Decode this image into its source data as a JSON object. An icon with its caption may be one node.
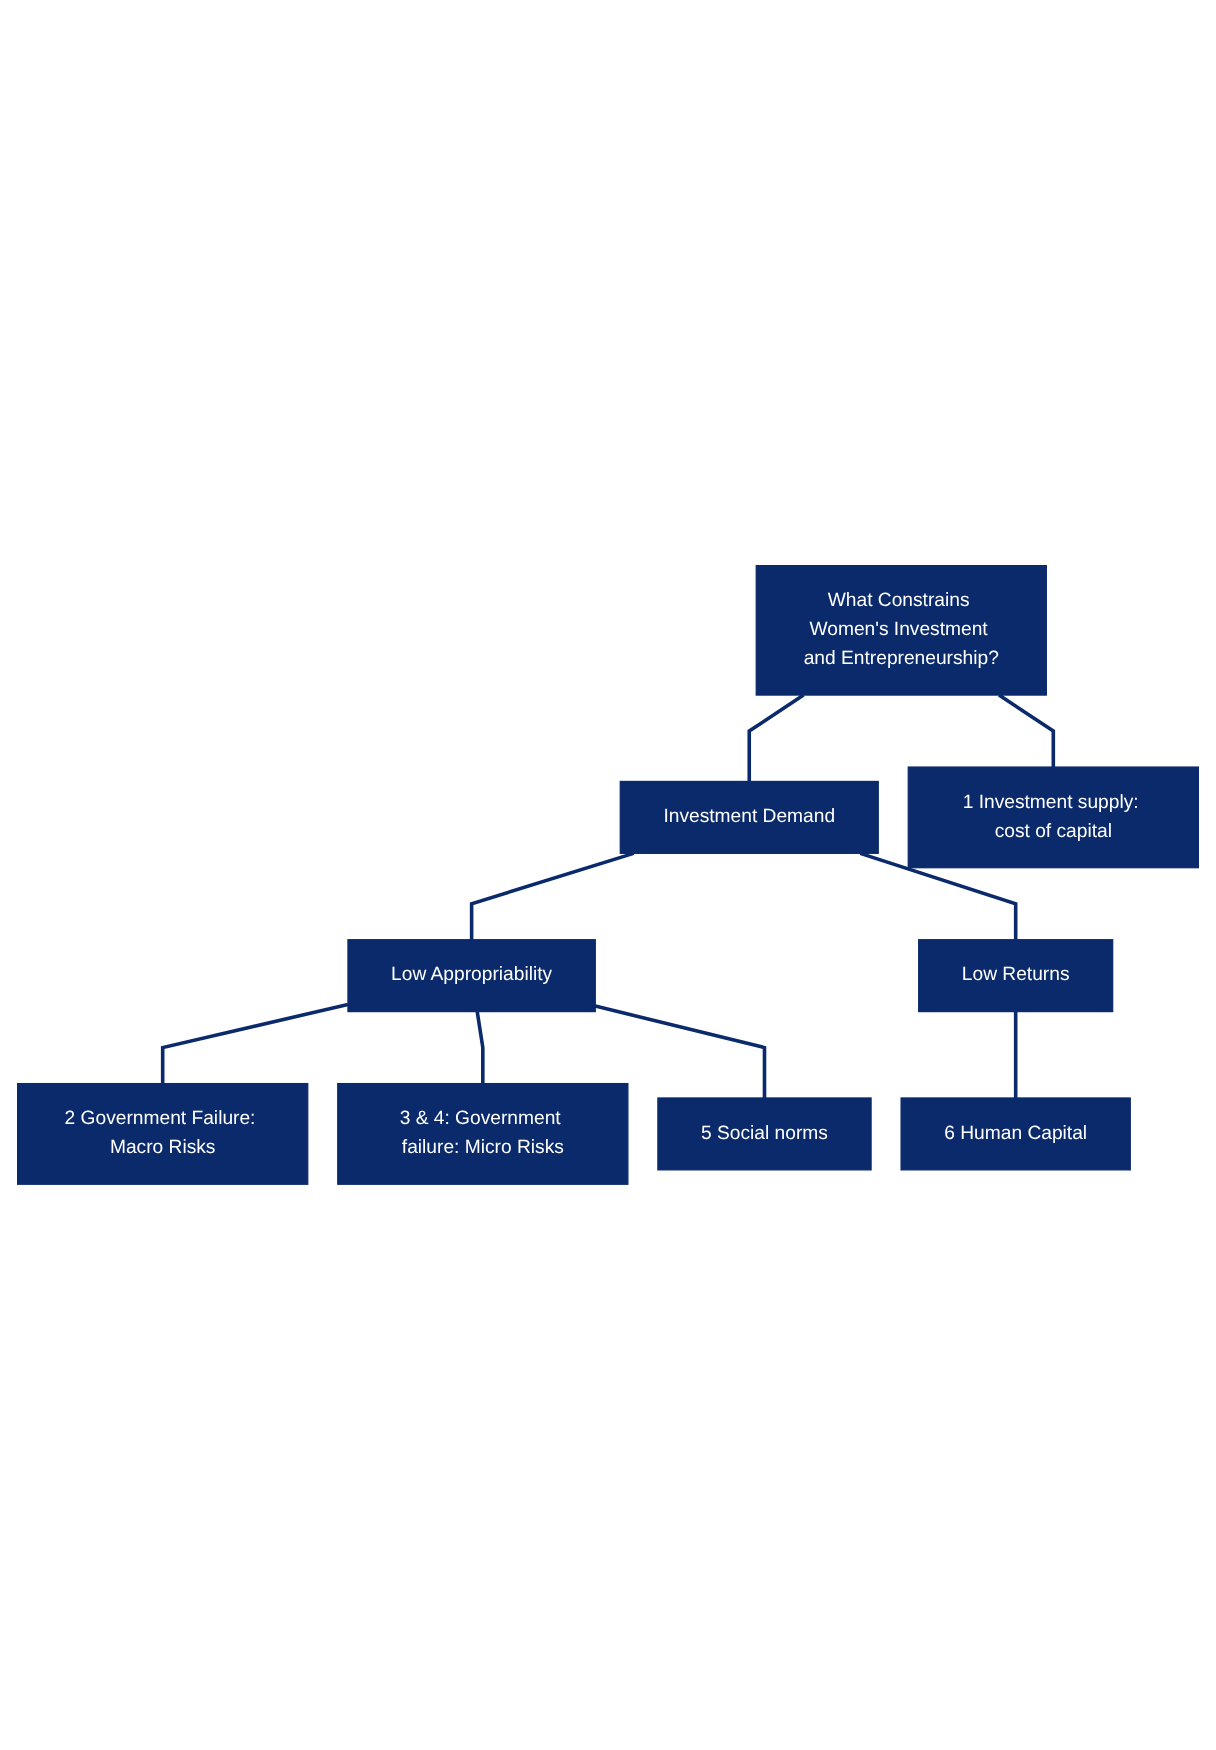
{
  "diagram": {
    "nodes": [
      {
        "text": [
          "What Constrains Women's Investment and Entrepreneurship?"
        ]
      },
      {
        "text": [
          "Investment Demand"
        ]
      },
      {
        "text": [
          "1 Investment supply: cost of capital"
        ]
      },
      {
        "text": [
          "Low Appropriability"
        ]
      },
      {
        "text": [
          "Low Returns"
        ]
      },
      {
        "text": [
          "2 Government Failure: Macro Risks"
        ]
      },
      {
        "text": [
          "3 & 4: Government failure: Micro Risks"
        ]
      },
      {
        "text": [
          "5 Social norms"
        ]
      },
      {
        "text": [
          "6 Human Capital"
        ]
      }
    ],
    "edges": [
      {
        "from": 0,
        "to": 1,
        "arrow": "none"
      },
      {
        "from": 0,
        "to": 2,
        "arrow": "none"
      },
      {
        "from": 1,
        "to": 3,
        "arrow": "none"
      },
      {
        "from": 1,
        "to": 4,
        "arrow": "none"
      },
      {
        "from": 3,
        "to": 5,
        "arrow": "none"
      },
      {
        "from": 3,
        "to": 6,
        "arrow": "none"
      },
      {
        "from": 3,
        "to": 7,
        "arrow": "none"
      },
      {
        "from": 4,
        "to": 8,
        "arrow": "none"
      }
    ]
  }
}
